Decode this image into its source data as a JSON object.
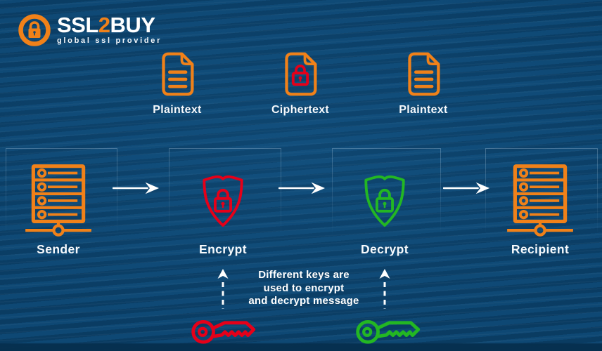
{
  "logo": {
    "brand_ssl": "SSL",
    "brand_2": "2",
    "brand_buy": "BUY",
    "tagline": "global ssl provider"
  },
  "documents": [
    {
      "label": "Plaintext",
      "type": "plaintext"
    },
    {
      "label": "Ciphertext",
      "type": "ciphertext"
    },
    {
      "label": "Plaintext",
      "type": "plaintext"
    }
  ],
  "stations": [
    {
      "label": "Sender",
      "icon": "server-icon"
    },
    {
      "label": "Encrypt",
      "icon": "shield-lock-icon",
      "color": "#e50019"
    },
    {
      "label": "Decrypt",
      "icon": "shield-lock-icon",
      "color": "#23b723"
    },
    {
      "label": "Recipient",
      "icon": "server-icon"
    }
  ],
  "keys": [
    {
      "name": "encryption-key",
      "color": "#e50019"
    },
    {
      "name": "decryption-key",
      "color": "#23b723"
    }
  ],
  "annotation": {
    "line1": "Different keys are",
    "line2": "used to encrypt",
    "line3": "and decrypt message"
  },
  "colors": {
    "background": "#0c4470",
    "orange": "#f08119",
    "red": "#e50019",
    "green": "#23b723",
    "white": "#ffffff"
  }
}
